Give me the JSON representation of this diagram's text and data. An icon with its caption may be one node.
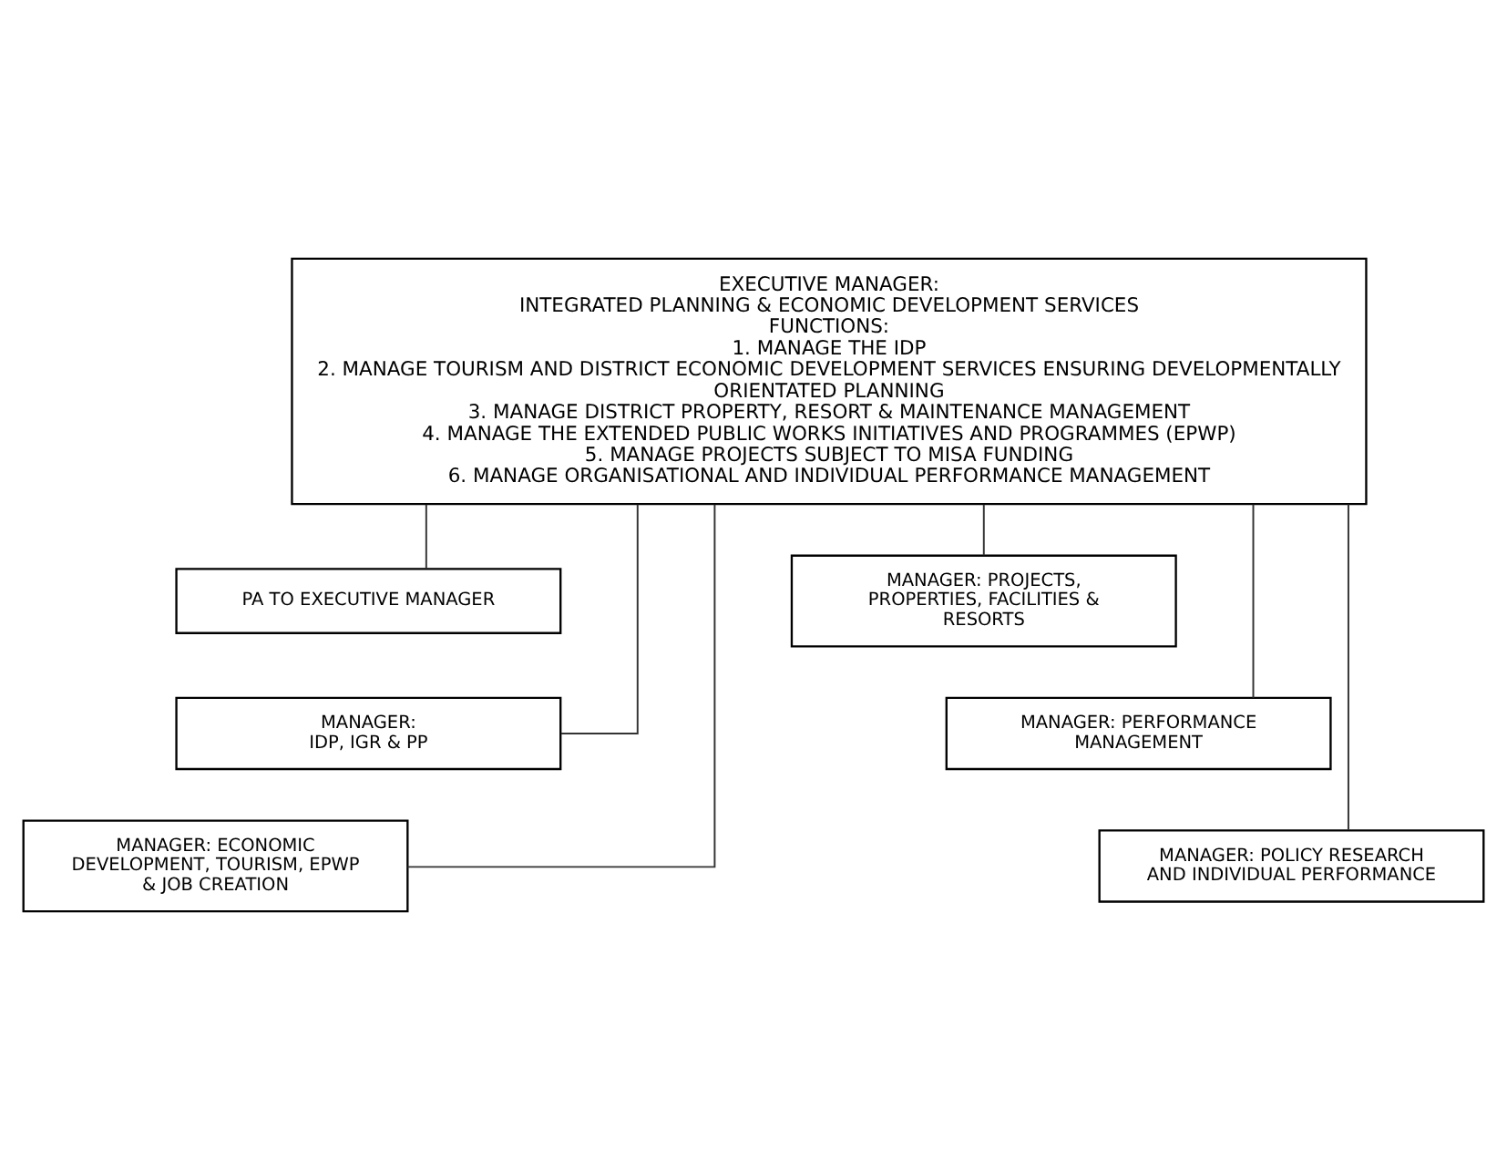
{
  "diagram": {
    "nodes": [
      {
        "text": [
          "EXECUTIVE MANAGER:",
          "INTEGRATED PLANNING & ECONOMIC DEVELOPMENT SERVICES",
          "FUNCTIONS:",
          "1. MANAGE THE IDP",
          "2. MANAGE TOURISM AND DISTRICT ECONOMIC DEVELOPMENT SERVICES ENSURING DEVELOPMENTALLY ORIENTATED PLANNING",
          "3. MANAGE DISTRICT PROPERTY, RESORT & MAINTENANCE MANAGEMENT",
          "4. MANAGE THE EXTENDED PUBLIC WORKS INITIATIVES AND PROGRAMMES (EPWP)",
          "5. MANAGE PROJECTS SUBJECT TO MISA FUNDING",
          "6. MANAGE ORGANISATIONAL AND INDIVIDUAL PERFORMANCE MANAGEMENT"
        ]
      },
      {
        "text": [
          "PA TO EXECUTIVE MANAGER"
        ]
      },
      {
        "text": [
          "MANAGER: PROJECTS, PROPERTIES, FACILITIES & RESORTS"
        ]
      },
      {
        "text": [
          "MANAGER:",
          "IDP, IGR & PP"
        ]
      },
      {
        "text": [
          "MANAGER: PERFORMANCE MANAGEMENT"
        ]
      },
      {
        "text": [
          "MANAGER: ECONOMIC DEVELOPMENT, TOURISM, EPWP & JOB CREATION"
        ]
      },
      {
        "text": [
          "MANAGER: POLICY RESEARCH AND INDIVIDUAL PERFORMANCE"
        ]
      }
    ],
    "edges": [
      {
        "from": 0,
        "to": 1,
        "arrow": "none"
      },
      {
        "from": 0,
        "to": 2,
        "arrow": "none"
      },
      {
        "from": 0,
        "to": 3,
        "arrow": "none"
      },
      {
        "from": 0,
        "to": 4,
        "arrow": "none"
      },
      {
        "from": 0,
        "to": 5,
        "arrow": "none"
      },
      {
        "from": 0,
        "to": 6,
        "arrow": "none"
      }
    ]
  }
}
